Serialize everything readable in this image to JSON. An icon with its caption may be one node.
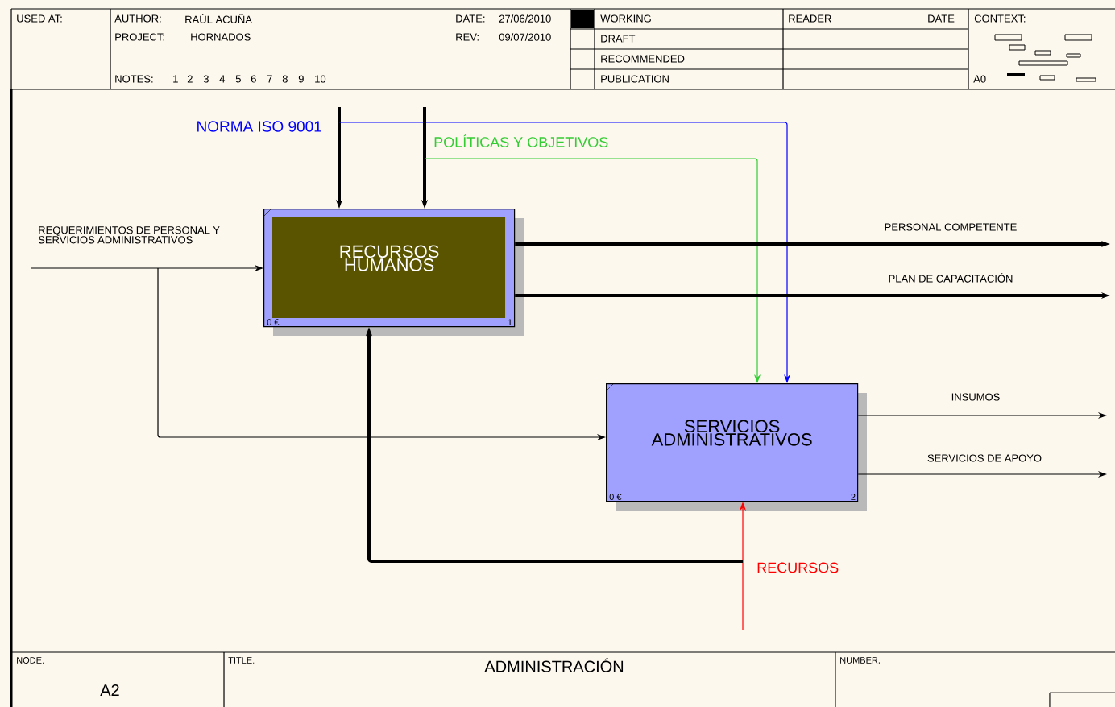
{
  "diagram": {
    "title": "ADMINISTRACIÓN",
    "nodes": [
      {
        "text": [
          "RECURSOS HUMANOS",
          "0 €",
          "1"
        ]
      },
      {
        "text": [
          "SERVICIOS ADMINISTRATIVOS",
          "0 €",
          "2"
        ]
      }
    ],
    "edges": [
      {
        "from": null,
        "to": 0,
        "arrow": "to",
        "label": "NORMA ISO 9001",
        "style": "thick"
      },
      {
        "from": null,
        "to": 1,
        "arrow": "to",
        "color": "#0000ff"
      },
      {
        "from": null,
        "to": 0,
        "arrow": "to",
        "label": "POLÍTICAS Y OBJETIVOS",
        "style": "thick"
      },
      {
        "from": null,
        "to": 1,
        "arrow": "to",
        "color": "#33cc33"
      },
      {
        "from": null,
        "to": 0,
        "arrow": "to",
        "label": "REQUERIMIENTOS DE PERSONAL Y SERVICIOS ADMINISTRATIVOS"
      },
      {
        "from": null,
        "to": 1,
        "arrow": "to"
      },
      {
        "from": null,
        "to": 1,
        "arrow": "to",
        "label": "RECURSOS",
        "color": "#ff0000"
      },
      {
        "from": null,
        "to": 0,
        "arrow": "to",
        "style": "thick"
      },
      {
        "from": 0,
        "to": null,
        "arrow": "to",
        "label": "PERSONAL COMPETENTE",
        "style": "thick"
      },
      {
        "from": 0,
        "to": null,
        "arrow": "to",
        "label": "PLAN DE CAPACITACIÓN",
        "style": "thick"
      },
      {
        "from": 1,
        "to": null,
        "arrow": "to",
        "label": "INSUMOS"
      },
      {
        "from": 1,
        "to": null,
        "arrow": "to",
        "label": "SERVICIOS DE APOYO"
      }
    ],
    "labels": [
      "USED AT:",
      "AUTHOR:",
      "RAÚL ACUÑA",
      "DATE:",
      "27/06/2010",
      "WORKING",
      "READER",
      "DATE",
      "CONTEXT:",
      "PROJECT:",
      "HORNADOS",
      "REV:",
      "09/07/2010",
      "DRAFT",
      "RECOMMENDED",
      "NOTES:",
      "1",
      "2",
      "3",
      "4",
      "5",
      "6",
      "7",
      "8",
      "9",
      "10",
      "PUBLICATION",
      "A0",
      "NODE:",
      "TITLE:",
      "NUMBER:",
      "A2"
    ]
  }
}
